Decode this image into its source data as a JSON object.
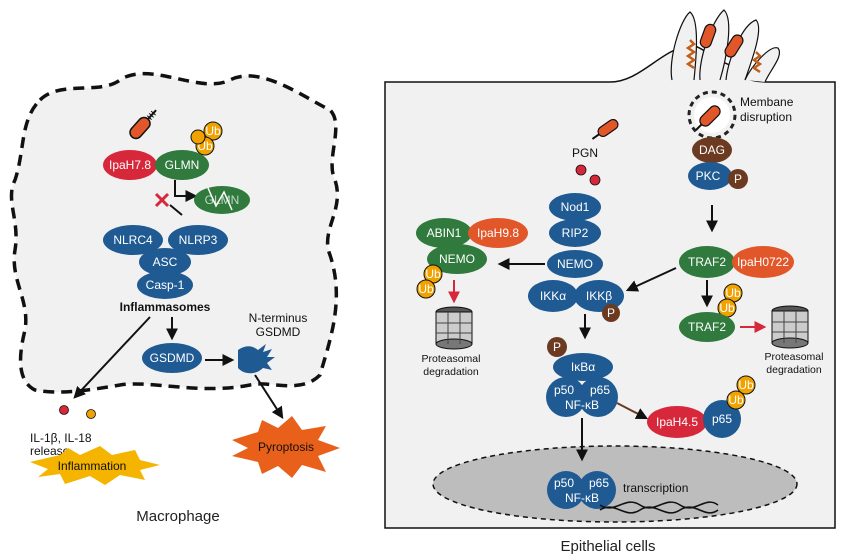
{
  "colors": {
    "blue": "#1f5a93",
    "green": "#2f7a3c",
    "red": "#d6283a",
    "orange": "#e2572a",
    "ub": "#f0a200",
    "phos": "#6b3a21",
    "burst": "#f5b400",
    "burst2": "#e8601a",
    "nucleus": "#bdbdbd",
    "cellbg": "#f1f1f1"
  },
  "macrophage": {
    "ipah78": "IpaH7.8",
    "glmn": "GLMN",
    "glmn_degraded": "GLMN",
    "ub": "Ub",
    "nlrc4": "NLRC4",
    "nlrp3": "NLRP3",
    "asc": "ASC",
    "casp1": "Casp-1",
    "inflammasomes": "Inflammasomes",
    "gsdmd": "GSDMD",
    "nterm_line1": "N-terminus",
    "nterm_line2": "GSDMD",
    "il_line1": "IL-1β, IL-18",
    "il_line2": "release",
    "inflammation": "Inflammation",
    "pyroptosis": "Pyroptosis",
    "caption": "Macrophage"
  },
  "epithelial": {
    "pgn": "PGN",
    "nod1": "Nod1",
    "rip2": "RIP2",
    "nemo": "NEMO",
    "ikka": "IKKα",
    "ikkb": "IKKβ",
    "p": "P",
    "abin1": "ABIN1",
    "ipah98": "IpaH9.8",
    "nemo2": "NEMO",
    "ub": "Ub",
    "proteasomal1_line1": "Proteasomal",
    "proteasomal1_line2": "degradation",
    "ikba": "IκBα",
    "p50": "p50",
    "p65": "p65",
    "nfkb": "NF-κB",
    "ipah45": "IpaH4.5",
    "p65b": "p65",
    "membrane_line1": "Membane",
    "membrane_line2": "disruption",
    "dag": "DAG",
    "pkc": "PKC",
    "traf2": "TRAF2",
    "ipah0722": "IpaH0722",
    "traf2b": "TRAF2",
    "proteasomal2_line1": "Proteasomal",
    "proteasomal2_line2": "degradation",
    "nuc_p50": "p50",
    "nuc_p65": "p65",
    "nuc_nfkb": "NF-κB",
    "transcription": "transcription",
    "caption": "Epithelial cells"
  }
}
